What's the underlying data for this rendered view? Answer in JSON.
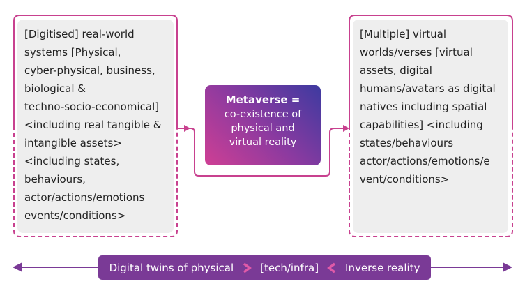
{
  "left_box": {
    "text": "[Digitised] real-world\nsystems [Physical,\ncyber-physical, business,\nbiological &\ntechno-socio-economical]\n<including real tangible &\nintangible assets>\n<including states,\nbehaviours,\nactor/actions/emotions\nevents/conditions>"
  },
  "right_box": {
    "text": "[Multiple] virtual\nworlds/verses [virtual\nassets, digital\nhumans/avatars as digital\nnatives including spatial\ncapabilities] <including\nstates/behaviours\nactor/actions/emotions/e\nvent/conditions>"
  },
  "center_box": {
    "title": "Metaverse =",
    "body": "co-existence of\nphysical and\nvirtual reality"
  },
  "bottom_bar": {
    "left_label": "Digital twins of physical",
    "middle_label": "[tech/infra]",
    "right_label": "Inverse reality"
  },
  "colors": {
    "box_border": "#c8418f",
    "box_fill": "#eeeeee",
    "connector": "#c8418f",
    "bar_fill": "#7a3a96",
    "gradient_start": "#cf3f94",
    "gradient_end": "#3d3aa0",
    "chevron": "#e05aa8"
  },
  "icons": {
    "bar_right_chevron": "chevron-right-icon",
    "bar_left_chevron": "chevron-left-icon",
    "arrow_left": "arrow-left-icon",
    "arrow_right": "arrow-right-icon"
  }
}
